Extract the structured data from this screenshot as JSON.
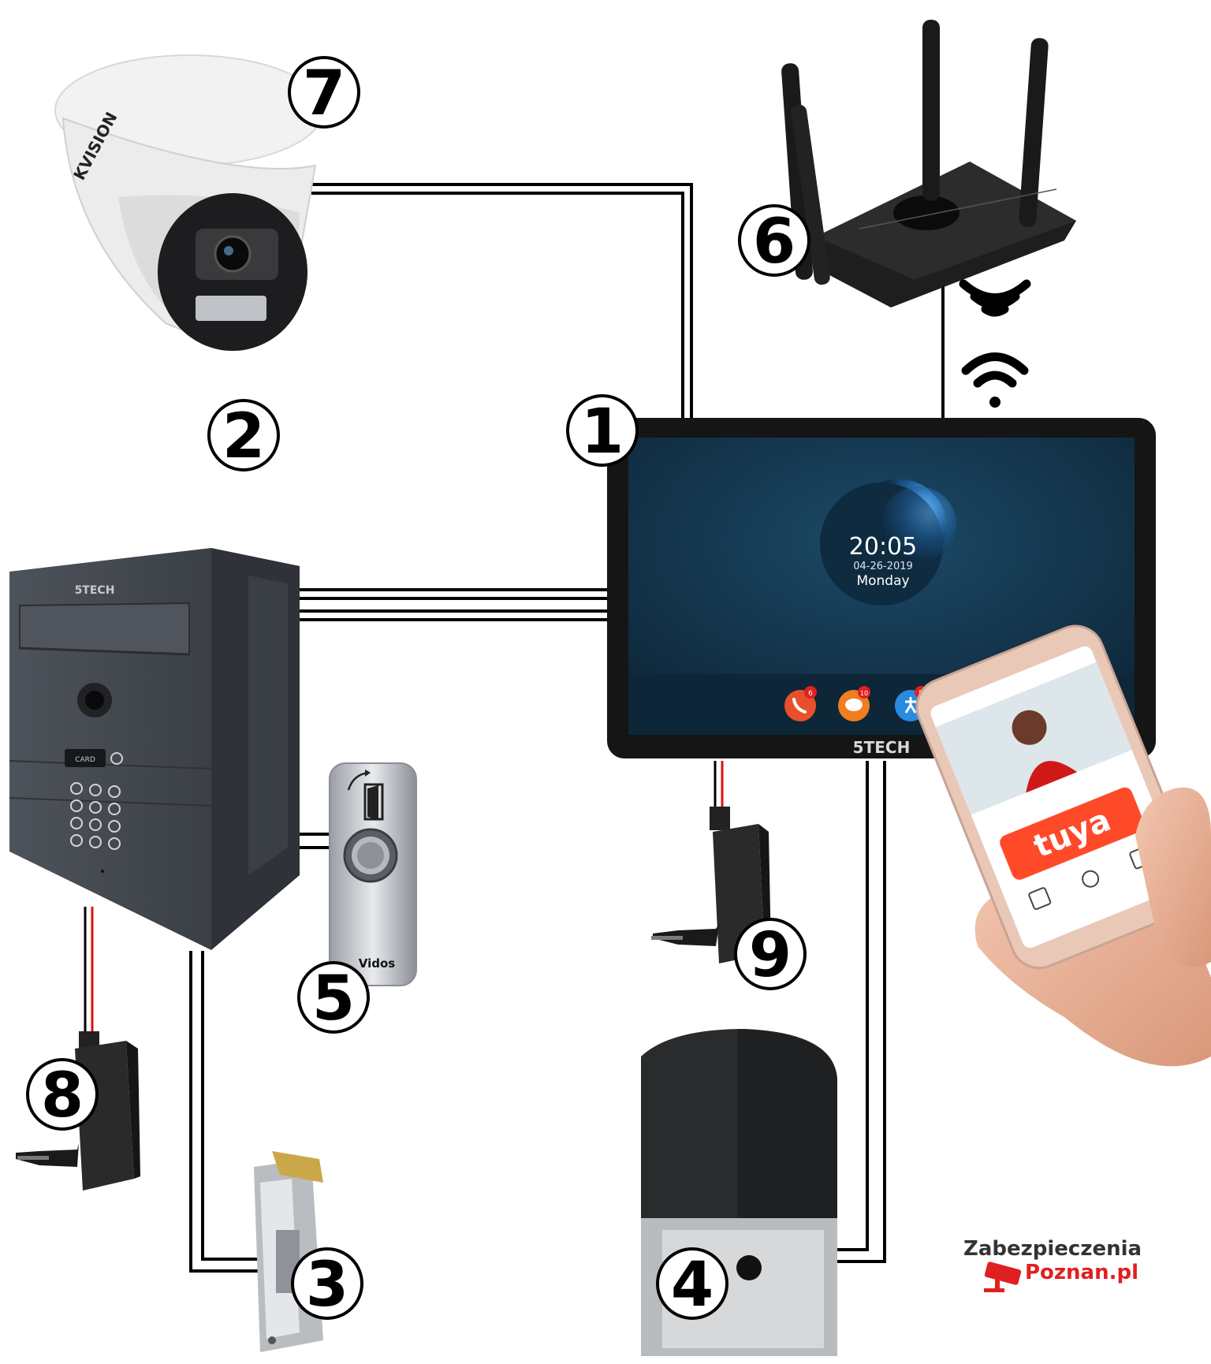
{
  "labels": [
    "1",
    "2",
    "3",
    "4",
    "5",
    "6",
    "7",
    "8",
    "9"
  ],
  "monitor": {
    "time": "20:05",
    "date": "04-26-2019",
    "day": "Monday",
    "brand": "5TECH",
    "badges": [
      "6",
      "10",
      "5"
    ]
  },
  "panel": {
    "brand": "5TECH",
    "card_label": "CARD"
  },
  "exit_button": {
    "brand": "Vidos"
  },
  "phone": {
    "app_logo": "tuya"
  },
  "logo": {
    "line1": "Zabezpieczenia",
    "line2": "Poznan.pl"
  },
  "colors": {
    "wire": "#000000",
    "power_wire": "#e01010",
    "device_dark": "#43474f",
    "screen": "#12324a",
    "accent_orange": "#e8502a",
    "tuya_red": "#ff4a2a",
    "logo_red": "#e02020"
  }
}
